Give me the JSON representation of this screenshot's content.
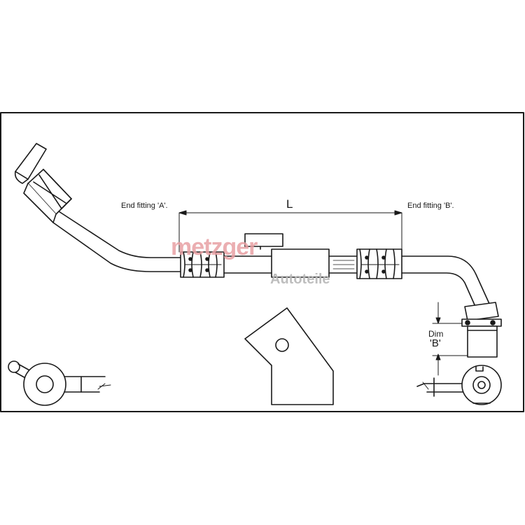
{
  "labels": {
    "end_fitting_a": "End fitting 'A'.",
    "end_fitting_b": "End fitting 'B'.",
    "length": "L",
    "dim_line1": "Dim",
    "dim_line2": "'B'"
  },
  "watermark": {
    "brand": "metzger",
    "sub": "Autoteile",
    "brand_color": "#e8a0a4",
    "sub_color": "#b8b8b8"
  },
  "colors": {
    "line": "#1a1a1a",
    "background": "#ffffff"
  }
}
